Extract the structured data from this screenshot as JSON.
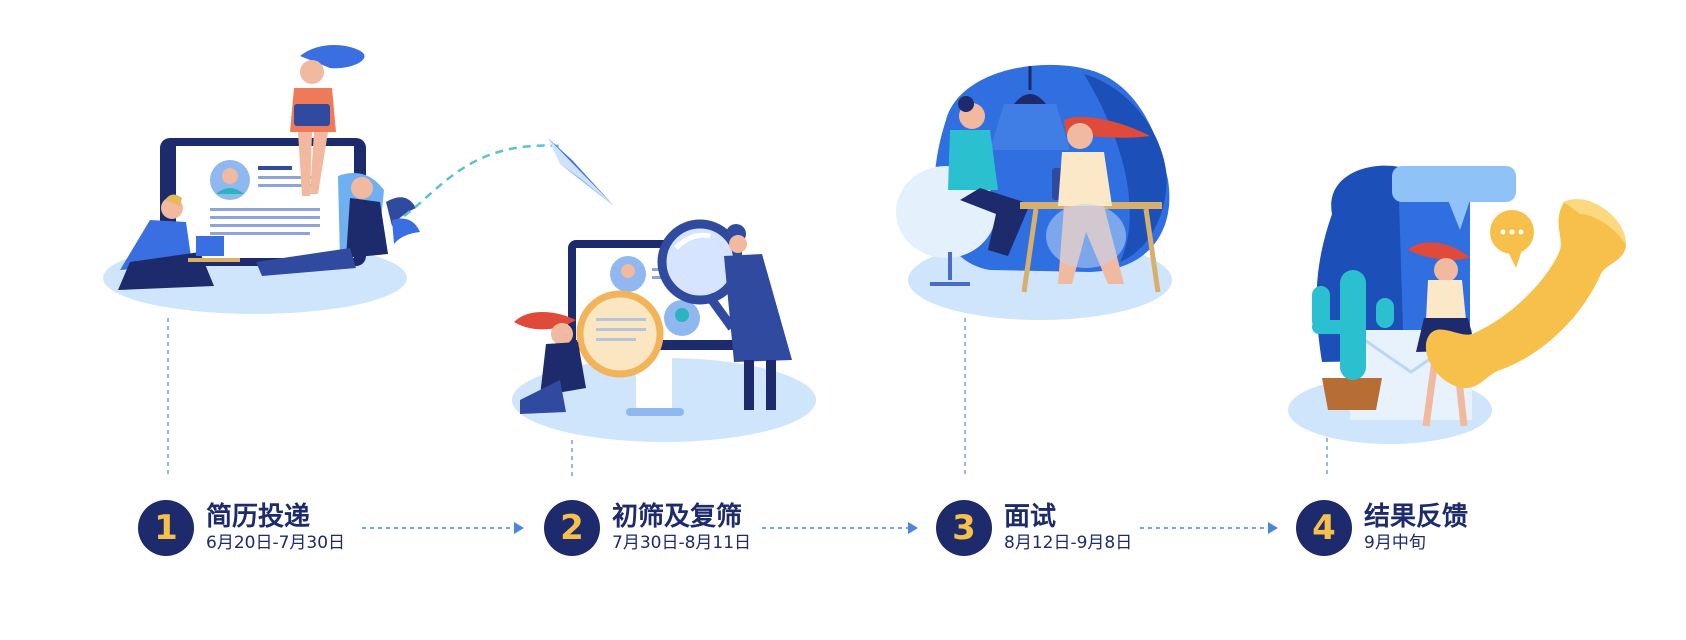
{
  "process": {
    "steps": [
      {
        "number": "1",
        "title": "简历投递",
        "date": "6月20日-7月30日"
      },
      {
        "number": "2",
        "title": "初筛及复筛",
        "date": "7月30日-8月11日"
      },
      {
        "number": "3",
        "title": "面试",
        "date": "8月12日-9月8日"
      },
      {
        "number": "4",
        "title": "结果反馈",
        "date": "9月中旬"
      }
    ]
  },
  "colors": {
    "navy": "#1d2a6b",
    "gold": "#f6c04a",
    "blue": "#2f6fe0",
    "light_blue": "#cfe5fb",
    "arrow": "#4a86e0"
  },
  "icons": [
    "resume-illustration",
    "paper-plane-icon",
    "magnifier-illustration",
    "interview-illustration",
    "phone-icon",
    "chat-bubble-icon",
    "cactus-icon"
  ]
}
